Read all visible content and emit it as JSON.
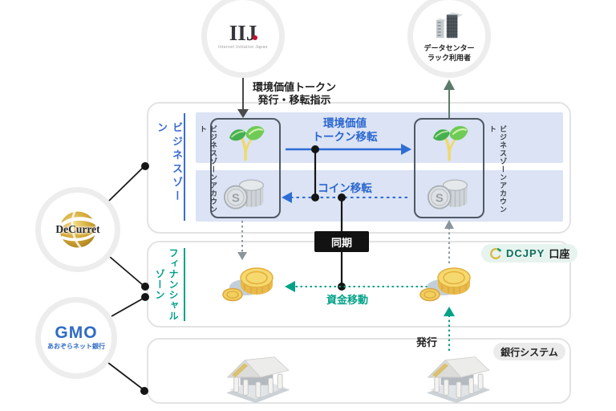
{
  "actors": {
    "iij": {
      "name": "IIJ",
      "caption": "Internet Initiative Japan"
    },
    "datacenter": {
      "line1": "データセンター",
      "line2": "ラック利用者"
    },
    "decurret": {
      "name": "DeCurret"
    },
    "gmo": {
      "name": "GMO",
      "caption": "あおぞらネット銀行"
    }
  },
  "zones": {
    "business": {
      "label": "ビジネスゾーン",
      "left_account_label": "ビジネスゾーンアカウント",
      "right_account_label": "ビジネスゾーンアカウント"
    },
    "financial": {
      "label_line1": "フィナンシャル",
      "label_line2": "ゾーン"
    },
    "bank": {
      "badge": "銀行システム"
    }
  },
  "badges": {
    "dcjpy_brand": "DCJPY",
    "dcjpy_suffix": "口座"
  },
  "flows": {
    "issue_instruction_line1": "環境価値トークン",
    "issue_instruction_line2": "発行・移転指示",
    "token_transfer_line1": "環境価値",
    "token_transfer_line2": "トークン移転",
    "coin_transfer": "コイン移転",
    "sync": "同期",
    "funds_transfer": "資金移動",
    "issue": "発行"
  },
  "icons": [
    "seedling-icon",
    "gray-coin-stack-icon",
    "gold-coins-icon",
    "bank-building-icon",
    "datacenter-towers-icon",
    "decurret-swirl-icon",
    "dcjpy-logo-icon"
  ],
  "colors": {
    "business_blue": "#3a6cd0",
    "arrow_blue": "#2e6ed4",
    "financial_teal": "#00a287",
    "band_blue": "#dbe3f5",
    "coin_gold": "#e8bc4e",
    "connector_black": "#151515",
    "decurret_gold": "#c89a2e",
    "gmo_blue": "#2f6bc6",
    "iij_red": "#c8102e"
  }
}
